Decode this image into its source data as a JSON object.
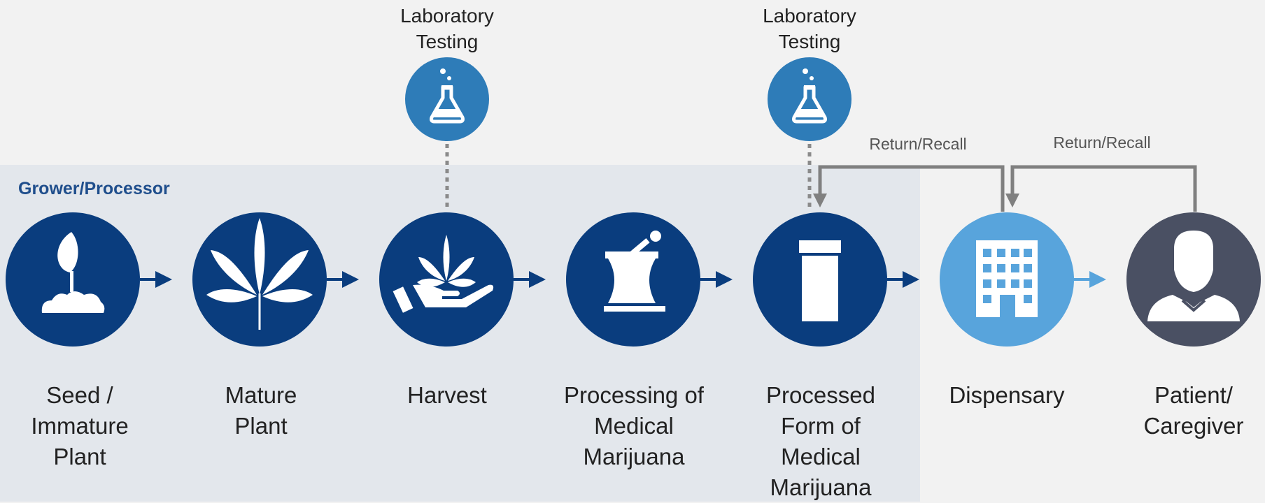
{
  "region": {
    "label": "Grower/Processor"
  },
  "lab": [
    {
      "label": "Laboratory\nTesting",
      "icon": "flask-icon"
    },
    {
      "label": "Laboratory\nTesting",
      "icon": "flask-icon"
    }
  ],
  "steps": [
    {
      "label": "Seed /\nImmature\nPlant",
      "icon": "sprout-icon",
      "color": "#0a3d7e"
    },
    {
      "label": "Mature\nPlant",
      "icon": "cannabis-leaf-icon",
      "color": "#0a3d7e"
    },
    {
      "label": "Harvest",
      "icon": "hand-leaf-icon",
      "color": "#0a3d7e"
    },
    {
      "label": "Processing of\nMedical\nMarijuana",
      "icon": "mortar-pestle-icon",
      "color": "#0a3d7e"
    },
    {
      "label": "Processed\nForm of\nMedical\nMarijuana",
      "icon": "pill-bottle-icon",
      "color": "#0a3d7e"
    },
    {
      "label": "Dispensary",
      "icon": "building-icon",
      "color": "#58a4dc"
    },
    {
      "label": "Patient/\nCaregiver",
      "icon": "person-icon",
      "color": "#4a5063"
    }
  ],
  "recall": [
    {
      "label": "Return/Recall"
    },
    {
      "label": "Return/Recall"
    }
  ],
  "colors": {
    "lab_circle": "#2e7cb8",
    "arrow_dark": "#0a3d7e",
    "arrow_light": "#58a4dc",
    "recall_line": "#808080"
  }
}
